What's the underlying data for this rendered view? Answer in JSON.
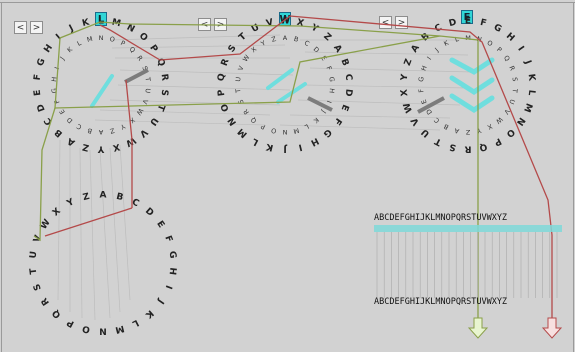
{
  "alphabet": "ABCDEFGHIJKLMNOPQRSTUVWXYZ",
  "rotors": [
    {
      "left_btn": "<",
      "right_btn": ">",
      "selected": "L"
    },
    {
      "left_btn": "<",
      "right_btn": ">",
      "selected": "W"
    },
    {
      "left_btn": "<",
      "right_btn": ">",
      "selected": "E"
    }
  ],
  "plugboard": {
    "top_row": "ABCDEFGHIJKLMNOPQRSTUVWXYZ",
    "bottom_row": "ABCDEFGHIJKLMNOPQRSTUVWXYZ"
  },
  "colors": {
    "background": "#d2d2d2",
    "highlight": "#31d6d6",
    "path_red": "#b44a4a",
    "path_green": "#8aa04a",
    "pointer": "#7c7c7c"
  }
}
